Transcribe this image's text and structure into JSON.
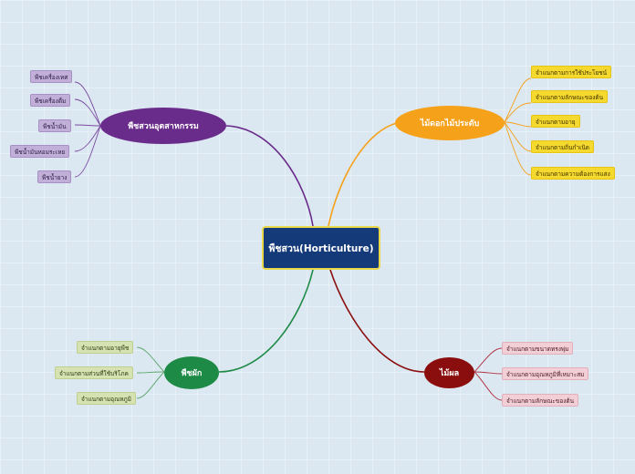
{
  "central": {
    "label": "พืชสวน(Horticulture)"
  },
  "branches": {
    "industrial": {
      "label": "พืชสวนอุตสาหกรรม",
      "items": [
        "พืชเครื่องเทศ",
        "พืชเครื่องดื่ม",
        "พืชน้ำมัน",
        "พืชน้ำมันหอมระเหย",
        "พืชน้ำยาง"
      ]
    },
    "ornamental": {
      "label": "ไม้ดอกไม้ประดับ",
      "items": [
        "จำแนกตามการใช้ประโยชน์",
        "จำแนกตามลักษณะของต้น",
        "จำแนกตามอายุ",
        "จำแนกตามถิ่นกำเนิด",
        "จำแนกตามความต้องการแสง"
      ]
    },
    "vegetable": {
      "label": "พืชผัก",
      "items": [
        "จำแนกตามอายุพืช",
        "จำแนกตามส่วนที่ใช้บริโภค",
        "จำแนกตามอุณหภูมิ"
      ]
    },
    "fruit": {
      "label": "ไม้ผล",
      "items": [
        "จำแนกตามขนาดทรงพุ่ม",
        "จำแนกตามอุณหภูมิที่เหมาะสม",
        "จำแนกตามลักษณะของต้น"
      ]
    }
  },
  "colors": {
    "central_bg": "#143a7a",
    "central_border": "#e8d84a",
    "industrial": "#6a2c8a",
    "ornamental": "#f6a11a",
    "vegetable": "#1d8a45",
    "fruit": "#8b0e0e"
  }
}
